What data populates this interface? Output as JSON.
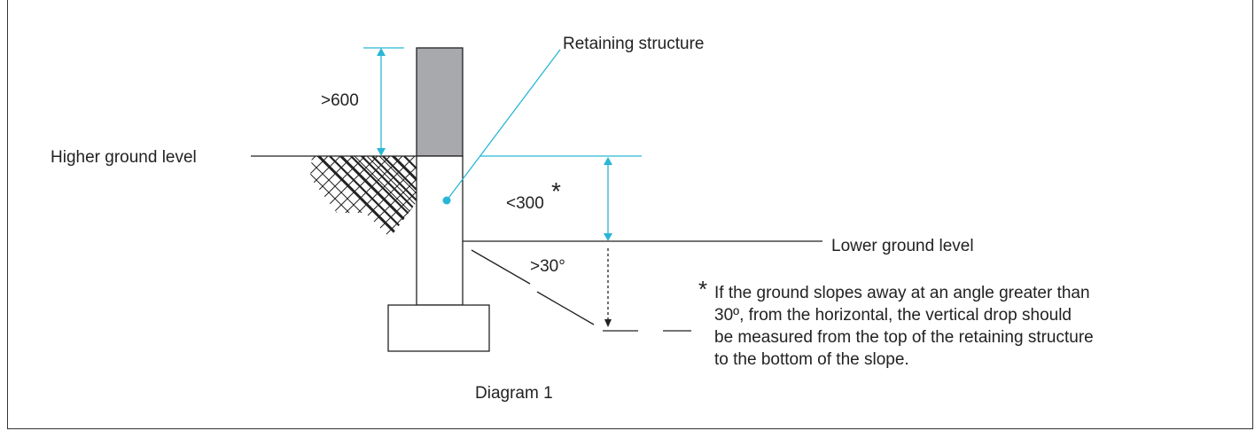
{
  "diagram": {
    "labels": {
      "retaining_structure": "Retaining structure",
      "height_above": ">600",
      "higher_ground": "Higher ground level",
      "drop_height": "<300",
      "asterisk": "*",
      "lower_ground": "Lower ground level",
      "slope_angle": ">30°",
      "caption": "Diagram 1"
    },
    "note": {
      "asterisk": "*",
      "lines": [
        "If the ground slopes away at an angle greater than",
        "30º, from the horizontal, the vertical drop should",
        "be measured from the top of the retaining structure",
        "to the bottom of the slope."
      ]
    },
    "colors": {
      "accent": "#29b6d6",
      "wall_cap": "#a7a9ac",
      "line": "#222222"
    }
  }
}
